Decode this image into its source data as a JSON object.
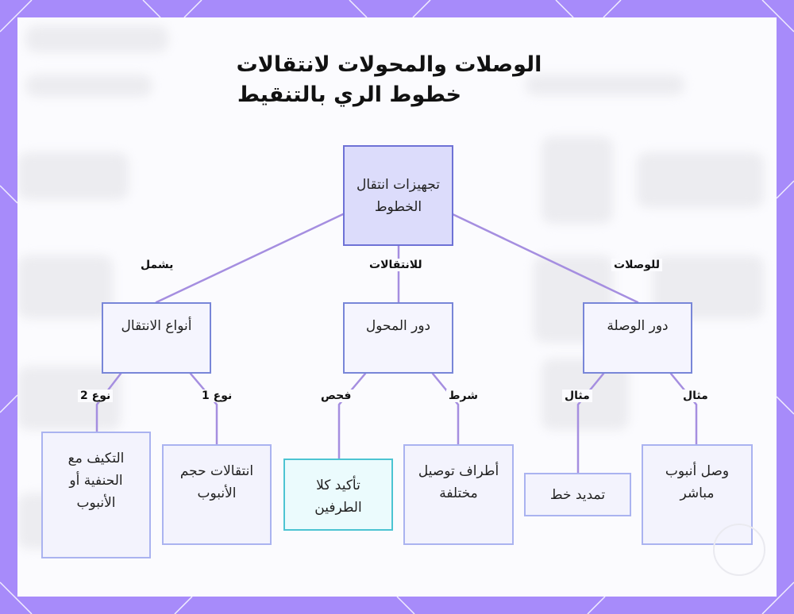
{
  "title": {
    "line1": "الوصلات والمحولات لانتقالات",
    "line2": "خطوط الري بالتنقيط"
  },
  "nodes": {
    "root": "تجهيزات انتقال الخطوط",
    "types": "أنواع الانتقال",
    "adapter_role": "دور المحول",
    "coupling_role": "دور الوصلة",
    "faucet_adapt": "التكيف مع الحنفية أو الأنبوب",
    "size_transitions": "انتقالات حجم الأنبوب",
    "confirm_ends": "تأكيد كلا الطرفين",
    "diff_ends": "أطراف توصيل مختلفة",
    "line_extend": "تمديد خط",
    "direct_connect": "وصل أنبوب مباشر"
  },
  "edge_labels": {
    "includes": "يشمل",
    "for_transitions": "للانتقالات",
    "for_couplings": "للوصلات",
    "type2": "نوع 2",
    "type1": "نوع 1",
    "check": "فحص",
    "condition": "شرط",
    "example_a": "مثال",
    "example_b": "مثال"
  },
  "colors": {
    "frame": "#a78bfa",
    "edge": "#a58ee0",
    "root_fill": "#dcdcfb",
    "highlight_border": "#4cc4d2"
  }
}
